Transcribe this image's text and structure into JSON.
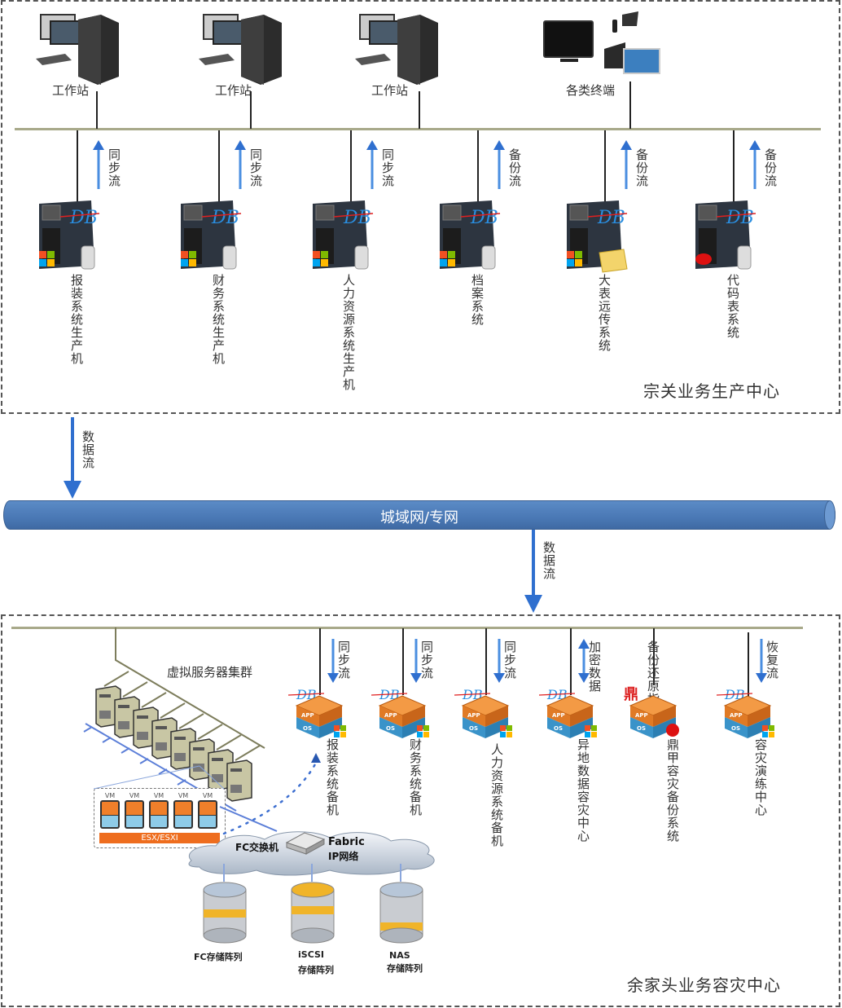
{
  "production_center": {
    "title": "宗关业务生产中心",
    "terminals": [
      {
        "label": "工作站",
        "icon": "workstation-icon"
      },
      {
        "label": "工作站",
        "icon": "workstation-icon"
      },
      {
        "label": "工作站",
        "icon": "workstation-icon"
      },
      {
        "label": "各类终端",
        "icon": "terminal-devices-icon"
      }
    ],
    "servers": [
      {
        "name": "报装系统生产机",
        "flow": "同步流",
        "os": "windows"
      },
      {
        "name": "财务系统生产机",
        "flow": "同步流",
        "os": "windows"
      },
      {
        "name": "人力资源系统生产机",
        "flow": "同步流",
        "os": "windows"
      },
      {
        "name": "档案系统",
        "flow": "备份流",
        "os": "windows"
      },
      {
        "name": "大表远传系统",
        "flow": "备份流",
        "os": "windows"
      },
      {
        "name": "代码表系统",
        "flow": "备份流",
        "os": "redhat"
      }
    ]
  },
  "network": {
    "wan_label": "城域网/专网",
    "uplink_flow": "数据流",
    "downlink_flow": "数据流"
  },
  "dr_center": {
    "title": "余家头业务容灾中心",
    "cluster_label": "虚拟服务器集群",
    "vm_label": "VM",
    "hypervisor_label": "ESX/ESXI",
    "switch_label": "FC交换机",
    "fabric_label_1": "Fabric",
    "fabric_label_2": "IP网络",
    "storage": [
      {
        "line1": "FC存储阵列",
        "line2": ""
      },
      {
        "line1": "iSCSI",
        "line2": "存储阵列"
      },
      {
        "line1": "NAS",
        "line2": "存储阵列"
      }
    ],
    "vms": [
      {
        "name": "报装系统备机",
        "flow": "同步流",
        "direction": "down",
        "os": "windows"
      },
      {
        "name": "财务系统备机",
        "flow": "同步流",
        "direction": "down",
        "os": "windows"
      },
      {
        "name": "人力资源系统备机",
        "flow": "同步流",
        "direction": "down",
        "os": "windows"
      },
      {
        "name": "异地数据容灾中心",
        "flow": "加密数据",
        "direction": "both",
        "os": "windows"
      },
      {
        "name": "鼎甲容灾备份系统",
        "flow": "备份还原指令",
        "direction": "none",
        "os": "redhat"
      },
      {
        "name": "容灾演练中心",
        "flow": "恢复流",
        "direction": "down",
        "os": "windows"
      }
    ],
    "vm_box_labels": {
      "app": "APP",
      "os": "OS"
    }
  }
}
